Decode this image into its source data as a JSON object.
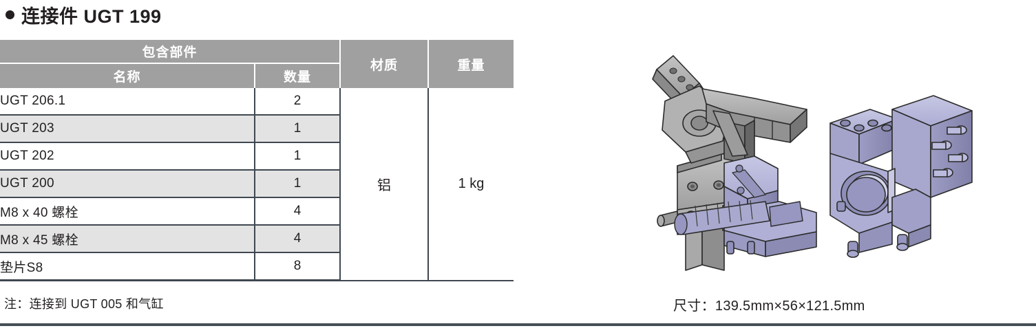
{
  "title": {
    "bullet_icon": "bullet-dot",
    "text": "连接件 UGT 199"
  },
  "table": {
    "group_header": "包含部件",
    "headers": {
      "name": "名称",
      "quantity": "数量",
      "material": "材质",
      "weight": "重量"
    },
    "rows": [
      {
        "name": "UGT 206.1",
        "qty": "2"
      },
      {
        "name": "UGT 203",
        "qty": "1"
      },
      {
        "name": "UGT 202",
        "qty": "1"
      },
      {
        "name": "UGT 200",
        "qty": "1"
      },
      {
        "name": "M8 x 40 螺栓",
        "qty": "4"
      },
      {
        "name": "M8 x 45 螺栓",
        "qty": "4"
      },
      {
        "name": "垫片S8",
        "qty": "8"
      }
    ],
    "material_value": "铝",
    "weight_value": "1 kg"
  },
  "note": "注：连接到 UGT 005 和气缸",
  "dimension": "尺寸：139.5mm×56×121.5mm",
  "illustration": {
    "left_part_name": "gripper-assembly-render",
    "right_part_name": "mounting-bracket-render"
  },
  "colors": {
    "header_gray": "#a0a0a0",
    "row_alt_gray": "#e3e3e3",
    "border_dark": "#3f4750",
    "text": "#231f20",
    "metal_gray": "#a6a6a6",
    "part_purple": "#b4b4d8"
  }
}
